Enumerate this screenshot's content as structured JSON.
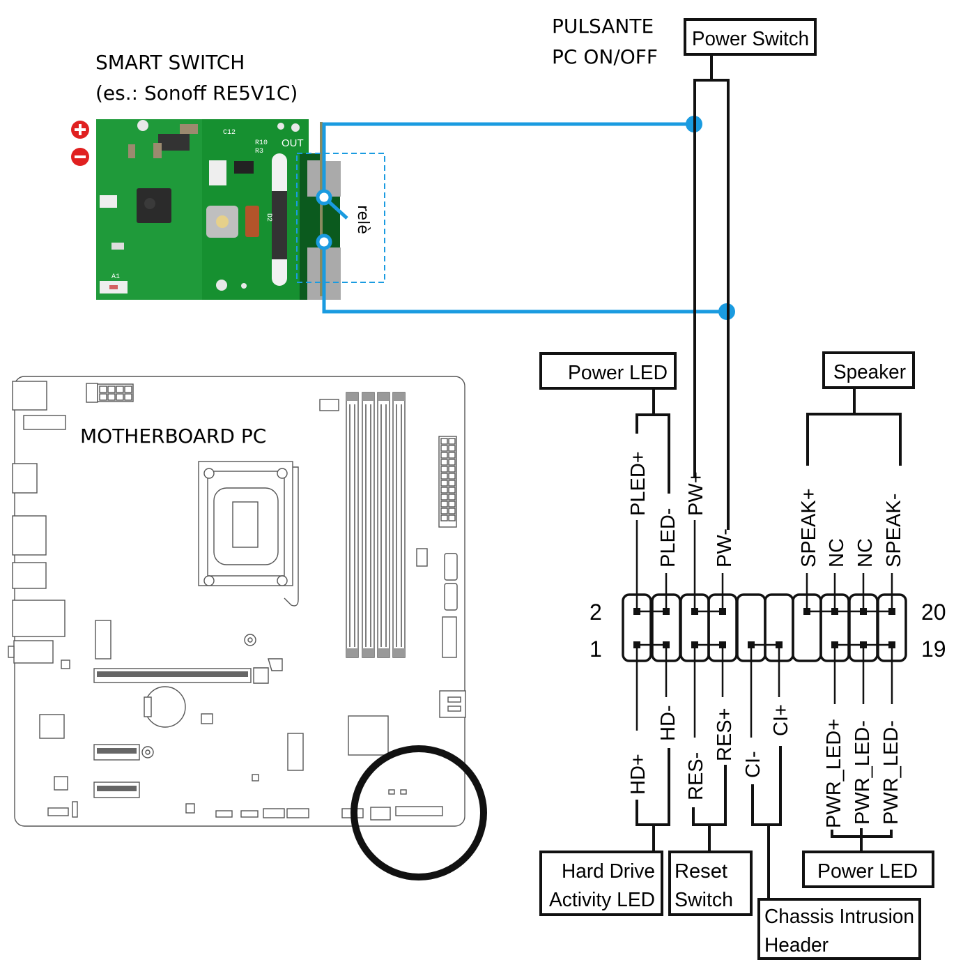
{
  "smart_switch": {
    "title_line1": "SMART SWITCH",
    "title_line2": "(es.: Sonoff RE5V1C)",
    "plus_icon": "plus-icon",
    "minus_icon": "minus-icon",
    "pcb_labels": {
      "out": "OUT",
      "r10": "R10",
      "r3": "R3",
      "c12": "C12",
      "d2": "D2",
      "a1": "A1"
    },
    "relay_label": "relè"
  },
  "power_button": {
    "label_line1": "PULSANTE",
    "label_line2": "PC ON/OFF"
  },
  "motherboard": {
    "title": "MOTHERBOARD PC"
  },
  "front_panel": {
    "boxes": {
      "power_switch": "Power Switch",
      "power_led_top": "Power LED",
      "speaker": "Speaker",
      "hdd_led_line1": "Hard Drive",
      "hdd_led_line2": "Activity LED",
      "reset_line1": "Reset",
      "reset_line2": "Switch",
      "chassis_line1": "Chassis Intrusion",
      "chassis_line2": "Header",
      "power_led_bottom": "Power LED"
    },
    "pin_numbers": {
      "top_left": "2",
      "bottom_left": "1",
      "top_right": "20",
      "bottom_right": "19"
    },
    "top_pins": [
      "PLED+",
      "PLED-",
      "PW+",
      "PW-",
      "",
      "",
      "SPEAK+",
      "NC",
      "NC",
      "SPEAK-"
    ],
    "bottom_pins": [
      "HD+",
      "HD-",
      "RES-",
      "RES+",
      "CI-",
      "CI+",
      "",
      "PWR_LED+",
      "PWR_LED-",
      "PWR_LED-"
    ]
  },
  "colors": {
    "wire_blue": "#1a9be0",
    "pcb_green": "#1f9a3a",
    "icon_red": "#e02020"
  }
}
